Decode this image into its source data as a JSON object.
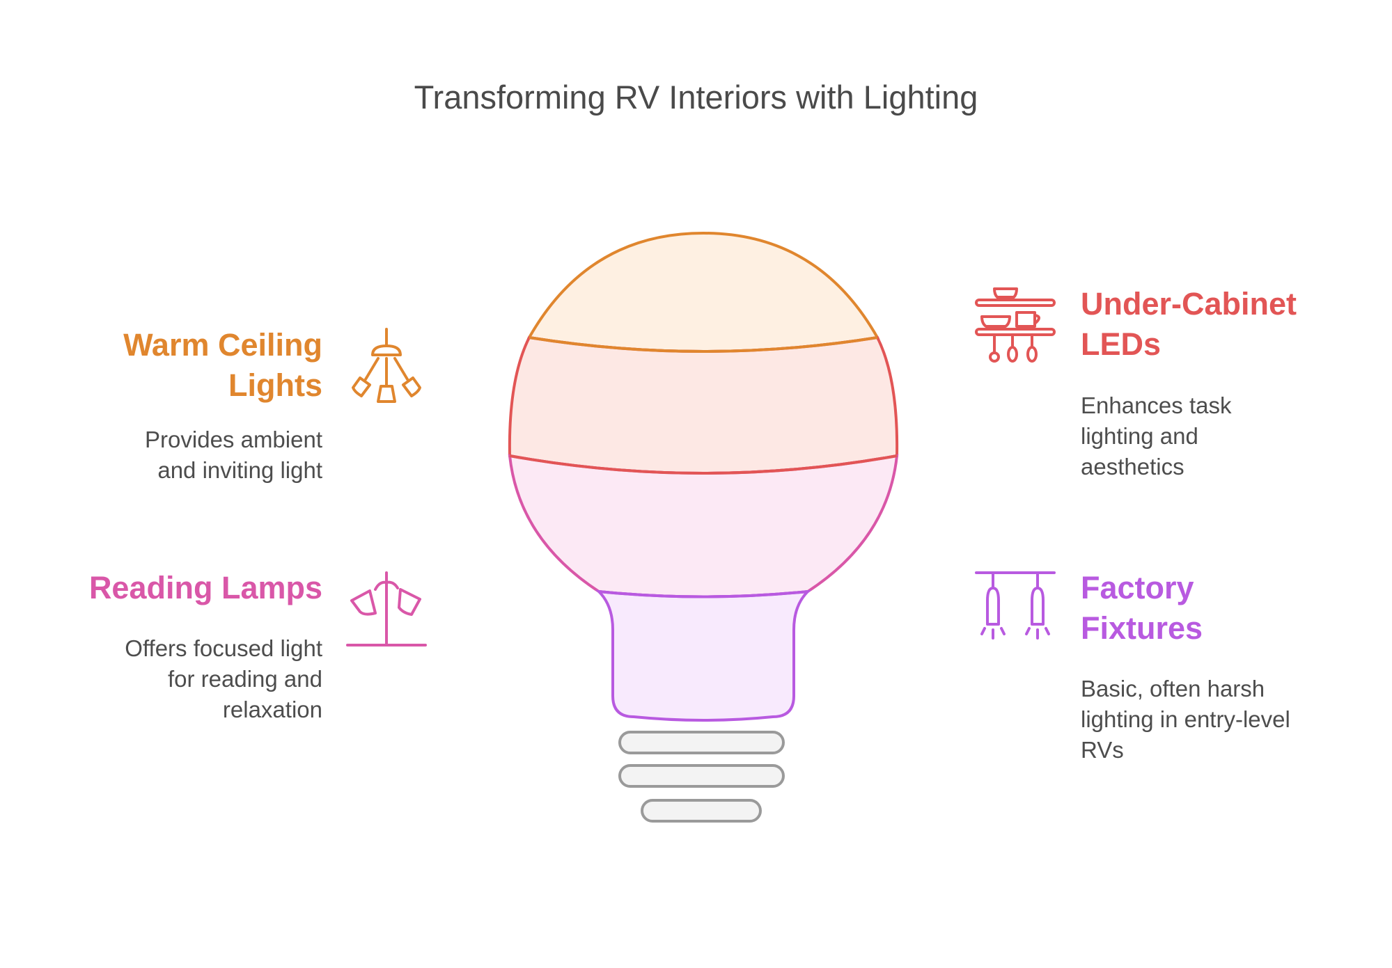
{
  "title": "Transforming RV Interiors with Lighting",
  "colors": {
    "orange": "#e0862e",
    "red": "#e25555",
    "pink": "#d957a8",
    "purple": "#b85ae0",
    "gray": "#9a9a9a",
    "segment_top_fill": "#fef0e2",
    "segment_mid_fill": "#fde8e4",
    "segment_low_fill": "#fce9f5",
    "segment_neck_fill": "#f8eafd",
    "base_fill": "#f3f3f3"
  },
  "items": [
    {
      "id": "warm-ceiling-lights",
      "title_lines": [
        "Warm Ceiling",
        "Lights"
      ],
      "desc_lines": [
        "Provides ambient",
        "and inviting light"
      ],
      "color": "#e0862e",
      "icon": "ceiling-lamp-icon"
    },
    {
      "id": "reading-lamps",
      "title_lines": [
        "Reading Lamps"
      ],
      "desc_lines": [
        "Offers focused light",
        "for reading and",
        "relaxation"
      ],
      "color": "#d957a8",
      "icon": "desk-lamp-icon"
    },
    {
      "id": "under-cabinet-leds",
      "title_lines": [
        "Under-Cabinet",
        "LEDs"
      ],
      "desc_lines": [
        "Enhances task",
        "lighting and",
        "aesthetics"
      ],
      "color": "#e25555",
      "icon": "kitchen-shelf-icon"
    },
    {
      "id": "factory-fixtures",
      "title_lines": [
        "Factory",
        "Fixtures"
      ],
      "desc_lines": [
        "Basic, often harsh",
        "lighting in entry-level",
        "RVs"
      ],
      "color": "#b85ae0",
      "icon": "pendant-lights-icon"
    }
  ]
}
